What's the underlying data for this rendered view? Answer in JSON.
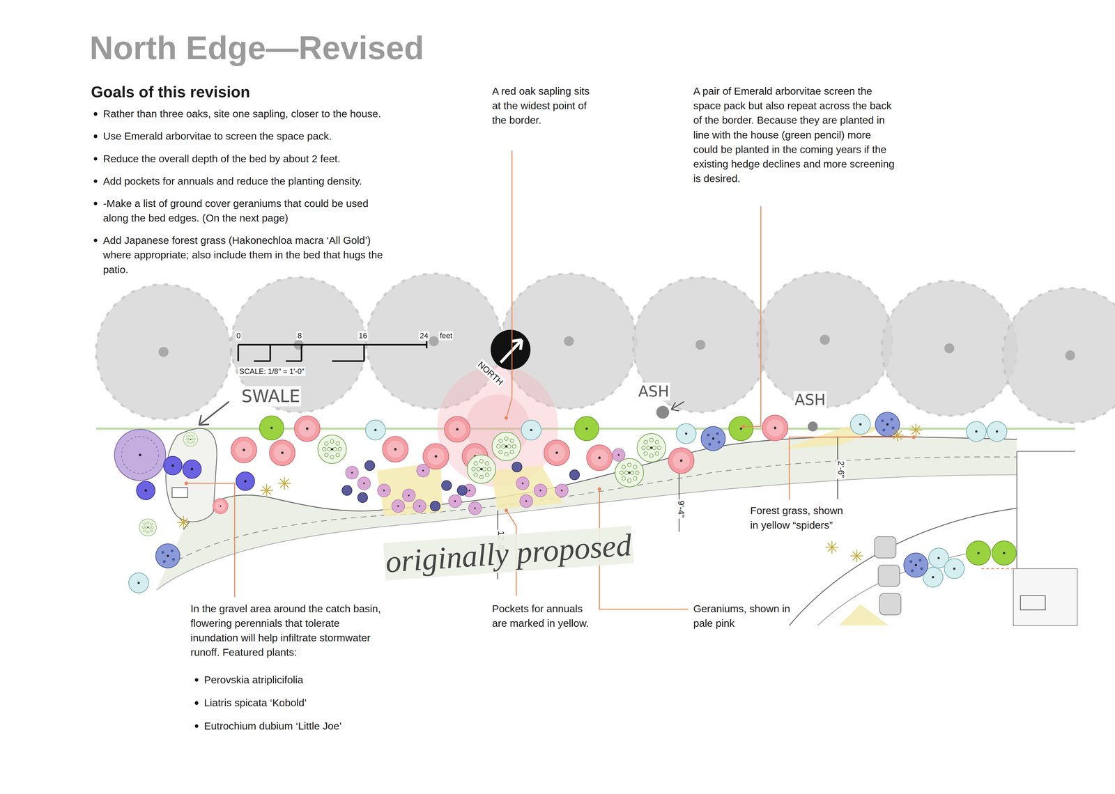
{
  "diagram": {
    "title": "North Edge—Revised",
    "labels": [
      "Goals of this revision",
      "Rather than three oaks, site one sapling, closer to the house.",
      "Use Emerald arborvitae to screen the space pack.",
      "Reduce the overall depth of the bed by about 2 feet.",
      "Add pockets for annuals and reduce the planting density.",
      "-Make a list of ground cover geraniums that could be used along the bed edges. (On the next page)",
      "Add Japanese forest grass (Hakonechloa macra ‘All Gold’) where appropriate; also include them in the bed that hugs the patio.",
      "A red oak sapling sits at the widest point of the border.",
      "A pair of Emerald arborvitae screen the space pack but also repeat across the back of the border. Because they are planted in line with the house (green pencil) more could be planted in the coming years if the existing hedge declines and more screening is desired.",
      "0",
      "8",
      "16",
      "24",
      "feet",
      "SCALE: 1/8\" = 1'-0\"",
      "NORTH",
      "SWALE",
      "ASH",
      "ASH",
      "12'-6\"",
      "9'-4\"",
      "2'-6\"",
      "originally proposed",
      "Forest grass, shown in yellow “spiders”",
      "Geraniums, shown in pale pink",
      "Pockets for annuals are marked in yellow.",
      "In the gravel area around the catch basin, flowering perennials that tolerate inundation will help infiltrate stormwater runoff. Featured plants:",
      "Perovskia atriplicifolia",
      "Liatris spicata ‘Kobold’",
      "Eutrochium dubium ‘Little Joe’"
    ]
  }
}
